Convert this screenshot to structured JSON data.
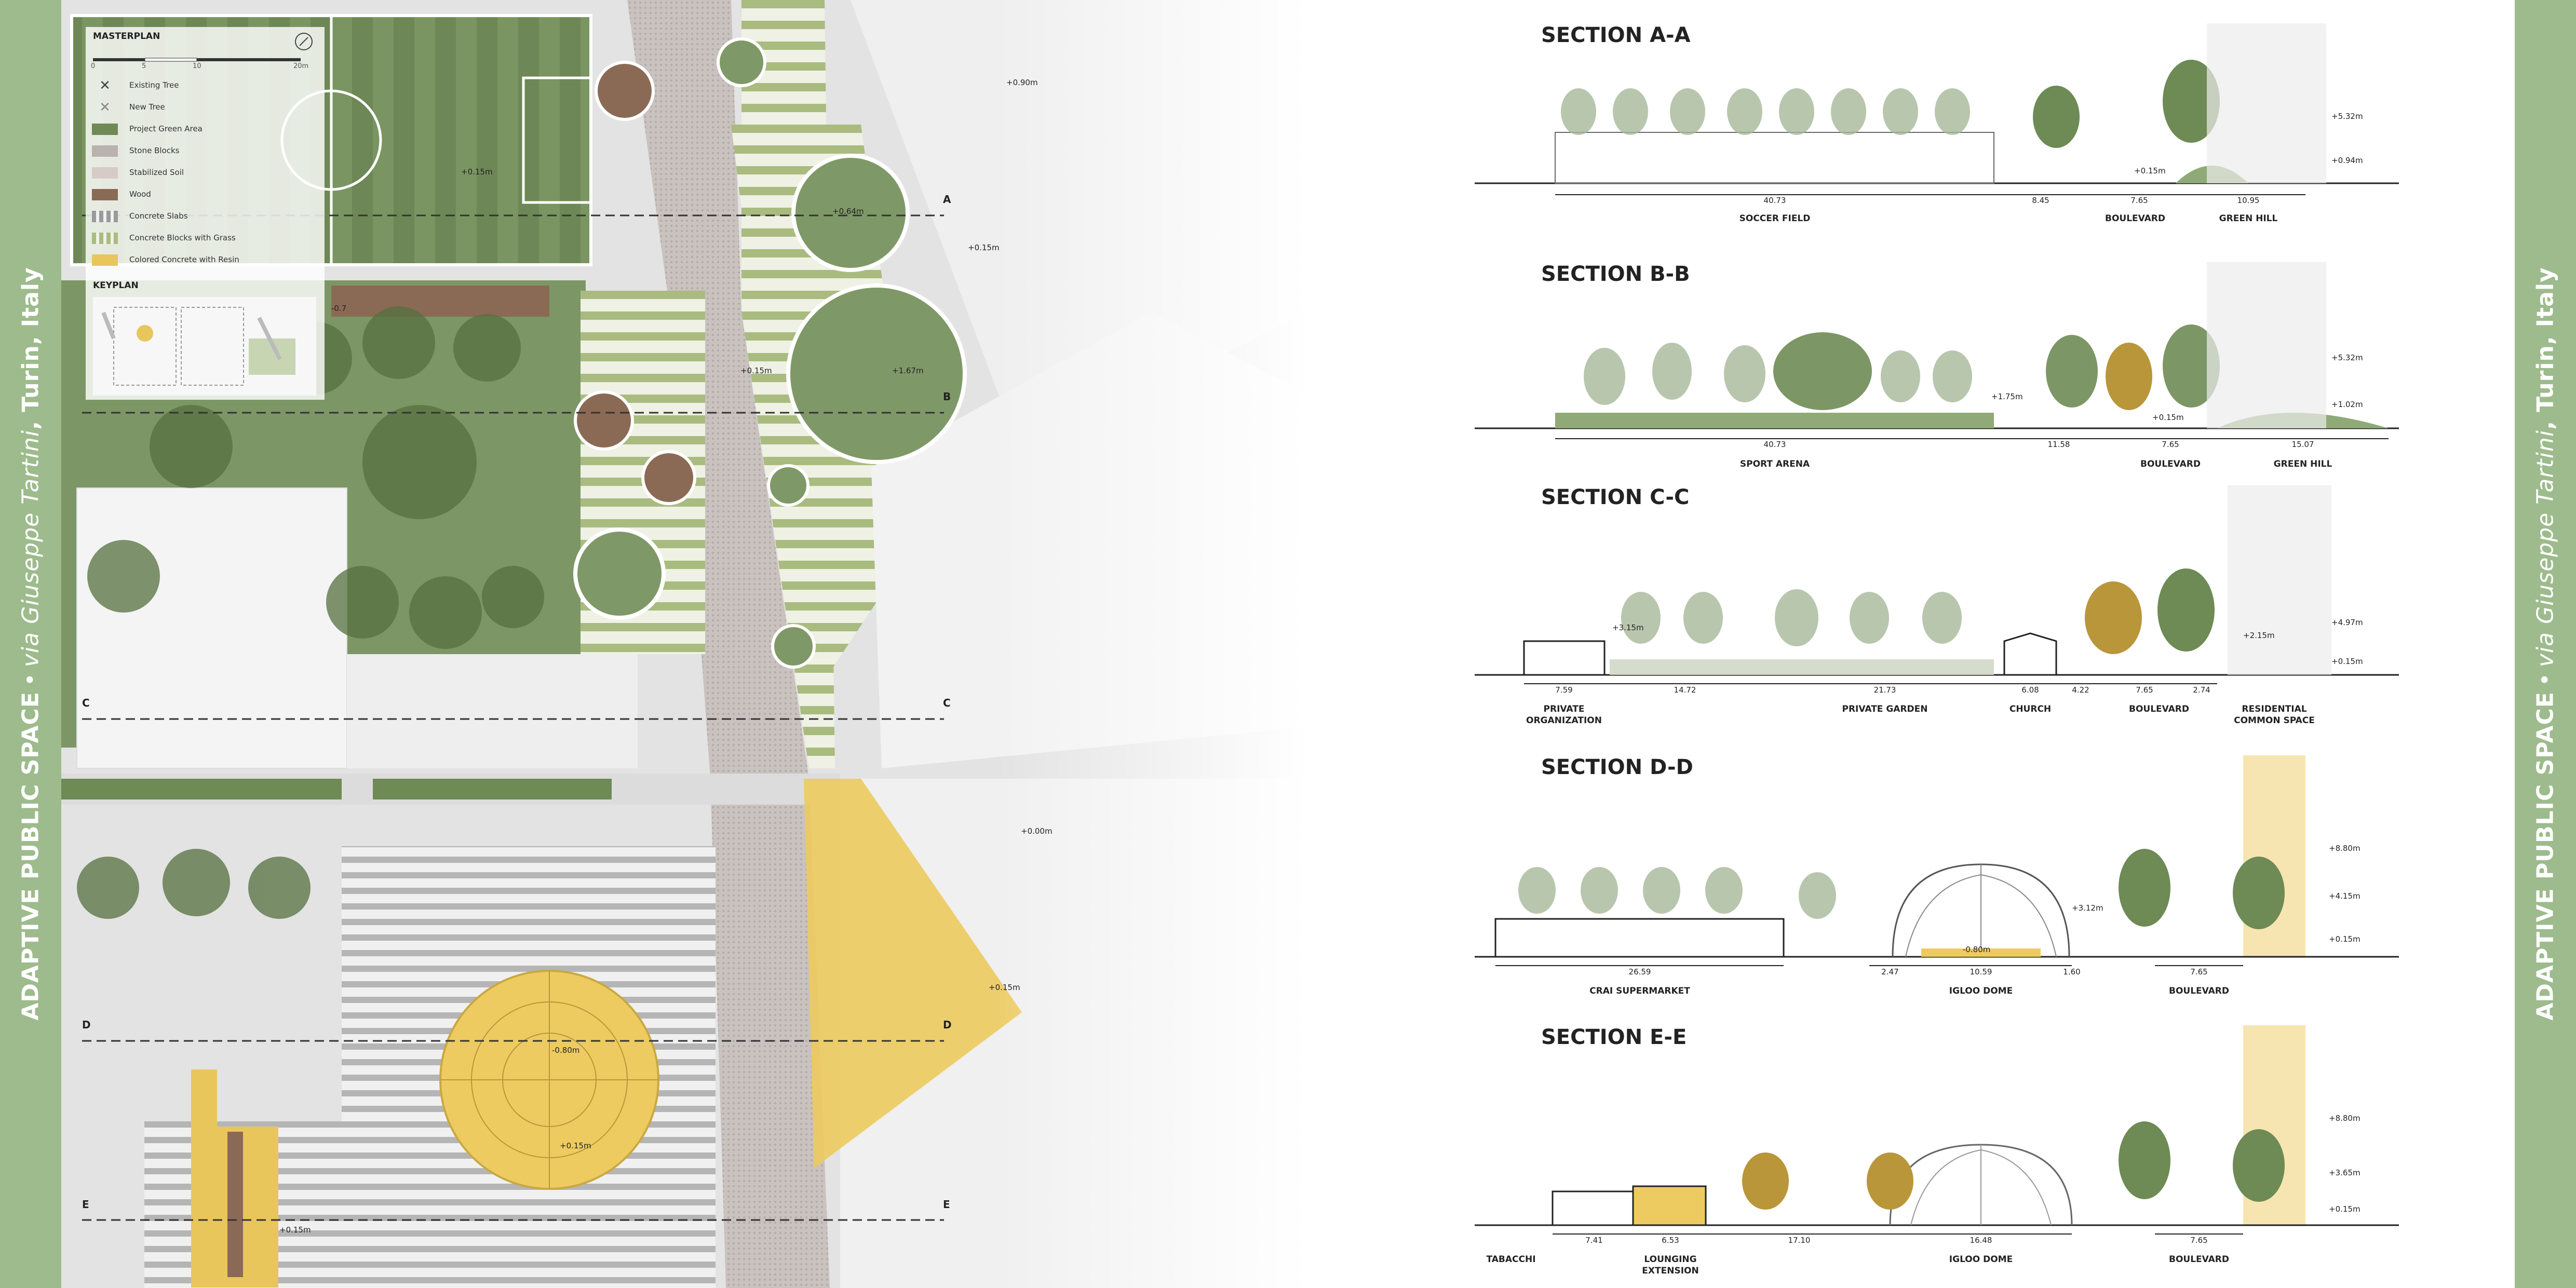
{
  "sidebar": {
    "project": "ADAPTIVE PUBLIC SPACE",
    "separator": "•",
    "via": "via",
    "street": "Giuseppe Tartini",
    "city": ", Turin, Italy"
  },
  "legend": {
    "title": "MASTERPLAN",
    "scale_ticks": [
      "0",
      "5",
      "10",
      "20m"
    ],
    "items": [
      {
        "label": "Existing Tree",
        "icon": "x-tree-icon"
      },
      {
        "label": "New Tree",
        "icon": "x-tree-new-icon"
      },
      {
        "label": "Project Green Area",
        "color": "#6f8a55"
      },
      {
        "label": "Stone Blocks",
        "color": "#b9b2ae"
      },
      {
        "label": "Stabilized Soil",
        "color": "#d7cbc7"
      },
      {
        "label": "Wood",
        "color": "#8b6a55"
      },
      {
        "label": "Concrete Slabs",
        "color": "#9a9a9a"
      },
      {
        "label": "Concrete Blocks with Grass",
        "color": "#b7c28f"
      },
      {
        "label": "Colored Concrete with Resin",
        "color": "#e8c65b"
      }
    ],
    "keyplan_title": "KEYPLAN"
  },
  "plan_labels": {
    "A": "A",
    "B": "B",
    "C": "C",
    "D": "D",
    "E": "E",
    "elevations": [
      "+0.90m",
      "+0.15m",
      "+0.64m",
      "+1.67m",
      "+0.15m",
      "+0.15m",
      "+0.00m",
      "+0.15m",
      "-0.80m",
      "+0.15m",
      "+0.15m",
      "-0.7"
    ]
  },
  "sections": [
    {
      "title": "SECTION A-A",
      "dims": [
        "40.73",
        "8.45",
        "7.65",
        "10.95"
      ],
      "zones": [
        "SOCCER FIELD",
        "BOULEVARD",
        "GREEN HILL"
      ],
      "elevations": [
        "+5.32m",
        "+0.94m",
        "+0.15m"
      ]
    },
    {
      "title": "SECTION B-B",
      "dims": [
        "40.73",
        "11.58",
        "7.65",
        "15.07"
      ],
      "zones": [
        "SPORT ARENA",
        "BOULEVARD",
        "GREEN HILL"
      ],
      "elevations": [
        "+5.32m",
        "+1.02m",
        "+1.75m",
        "+0.15m"
      ]
    },
    {
      "title": "SECTION C-C",
      "dims": [
        "7.59",
        "14.72",
        "21.73",
        "6.08",
        "4.22",
        "7.65",
        "2.74"
      ],
      "zones": [
        "PRIVATE\nORGANIZATION",
        "PRIVATE GARDEN",
        "CHURCH",
        "BOULEVARD",
        "RESIDENTIAL\nCOMMON SPACE"
      ],
      "elevations": [
        "+3.15m",
        "+4.97m",
        "+0.15m",
        "+2.15m"
      ]
    },
    {
      "title": "SECTION D-D",
      "dims": [
        "26.59",
        "2.47",
        "10.59",
        "1.60",
        "7.65"
      ],
      "zones": [
        "CRAI SUPERMARKET",
        "IGLOO DOME",
        "BOULEVARD"
      ],
      "elevations": [
        "+8.80m",
        "+4.15m",
        "+0.15m",
        "+3.12m",
        "-0.80m"
      ]
    },
    {
      "title": "SECTION E-E",
      "dims": [
        "7.41",
        "6.53",
        "17.10",
        "16.48",
        "7.65"
      ],
      "zones": [
        "TABACCHI",
        "LOUNGING\nEXTENSION",
        "IGLOO DOME",
        "BOULEVARD"
      ],
      "elevations": [
        "+8.80m",
        "+3.65m",
        "+0.15m"
      ]
    }
  ]
}
